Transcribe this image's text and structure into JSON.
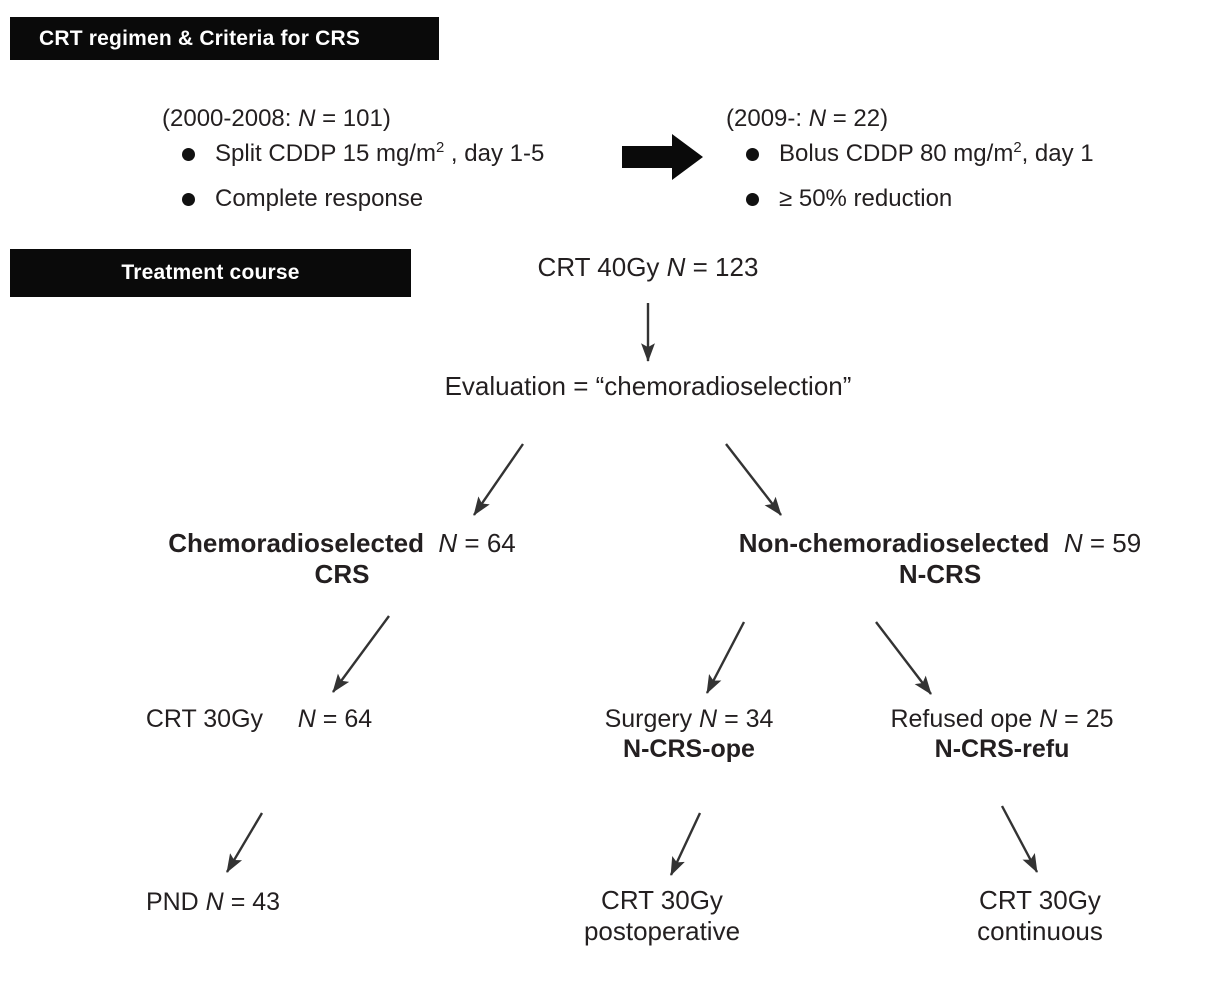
{
  "figure": {
    "title_bars": [
      {
        "id": "criteria-bar",
        "label": "CRT regimen & Criteria for CRS",
        "align": "left"
      },
      {
        "id": "course-bar",
        "label": "Treatment course",
        "align": "center"
      }
    ],
    "regimens": {
      "left": {
        "header": "(2000-2008: ",
        "header_n_italic": "N",
        "header_tail": " = 101)",
        "bullets": [
          {
            "text_a": "Split CDDP 15 mg/m",
            "sup": "2",
            "text_b": " , day 1-5"
          },
          {
            "text_a": "Complete response",
            "sup": "",
            "text_b": ""
          }
        ]
      },
      "right": {
        "header": "(2009-:  ",
        "header_n_italic": "N",
        "header_tail": " = 22)",
        "bullets": [
          {
            "text_a": "Bolus CDDP 80 mg/m",
            "sup": "2",
            "text_b": ", day 1"
          },
          {
            "text_a": "≥ 50% reduction",
            "sup": "",
            "text_b": ""
          }
        ]
      },
      "transition_arrow": "block-arrow-right"
    },
    "flow": {
      "crt40": {
        "pre": "CRT 40Gy ",
        "n": "N",
        "post": " = 123"
      },
      "evaluation": {
        "text": "Evaluation = “chemoradioselection”"
      },
      "crs": {
        "bold1": "Chemoradioselected",
        "n": "N",
        "post": " = 64",
        "bold2": "CRS"
      },
      "ncrs": {
        "bold1": "Non-chemoradioselected",
        "n": "N",
        "post": " = 59",
        "bold2": "N-CRS"
      },
      "crt30_crs": {
        "pre": "CRT 30Gy",
        "gap": "     ",
        "n": "N",
        "post": " = 64"
      },
      "surgery": {
        "pre": "Surgery ",
        "n": "N",
        "post": " = 34",
        "bold2": "N-CRS-ope"
      },
      "refused": {
        "pre": "Refused ope ",
        "n": "N",
        "post": " = 25",
        "bold2": "N-CRS-refu"
      },
      "pnd": {
        "pre": "PND ",
        "n": "N",
        "post": " = 43"
      },
      "postop": {
        "line1": "CRT 30Gy",
        "line2": "postoperative"
      },
      "continuous": {
        "line1": "CRT 30Gy",
        "line2": "continuous"
      }
    },
    "colors": {
      "bar_background": "#0a0a0a",
      "bar_text": "#ffffff",
      "body_text": "#231f20",
      "arrow": "#333333",
      "page_background": "#ffffff"
    }
  }
}
